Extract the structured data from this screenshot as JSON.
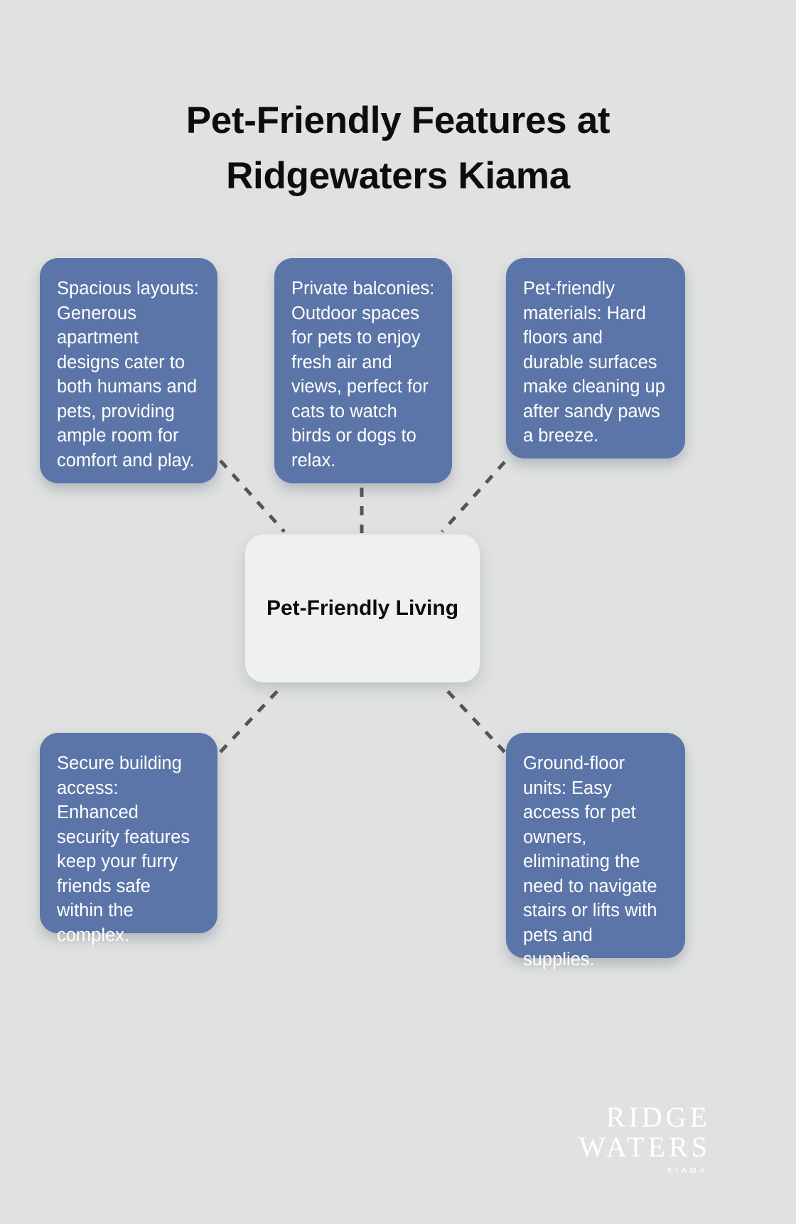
{
  "title": "Pet-Friendly Features at Ridgewaters Kiama",
  "center": {
    "label": "Pet-Friendly Living"
  },
  "colors": {
    "background": "#e0e2e1",
    "card": "#5b75a8",
    "card_text": "#ffffff",
    "center_node": "#eff0f2",
    "title_text": "#0d0d0d",
    "connector": "#555555"
  },
  "cards": [
    {
      "id": "spacious-layouts",
      "text": "Spacious layouts: Generous apartment designs cater to both humans and pets, providing ample room for comfort and play."
    },
    {
      "id": "private-balconies",
      "text": "Private balconies: Outdoor spaces for pets to enjoy fresh air and views, perfect for cats to watch birds or dogs to relax."
    },
    {
      "id": "pet-friendly-materials",
      "text": "Pet-friendly materials: Hard floors and durable surfaces make cleaning up after sandy paws a breeze."
    },
    {
      "id": "secure-building-access",
      "text": "Secure building access: Enhanced security features keep your furry friends safe within the complex."
    },
    {
      "id": "ground-floor-units",
      "text": "Ground-floor units: Easy access for pet owners, eliminating the need to navigate stairs or lifts with pets and supplies."
    }
  ],
  "logo": {
    "line1": "RIDGE",
    "line2": "WATERS",
    "sub": "KIAMA"
  }
}
